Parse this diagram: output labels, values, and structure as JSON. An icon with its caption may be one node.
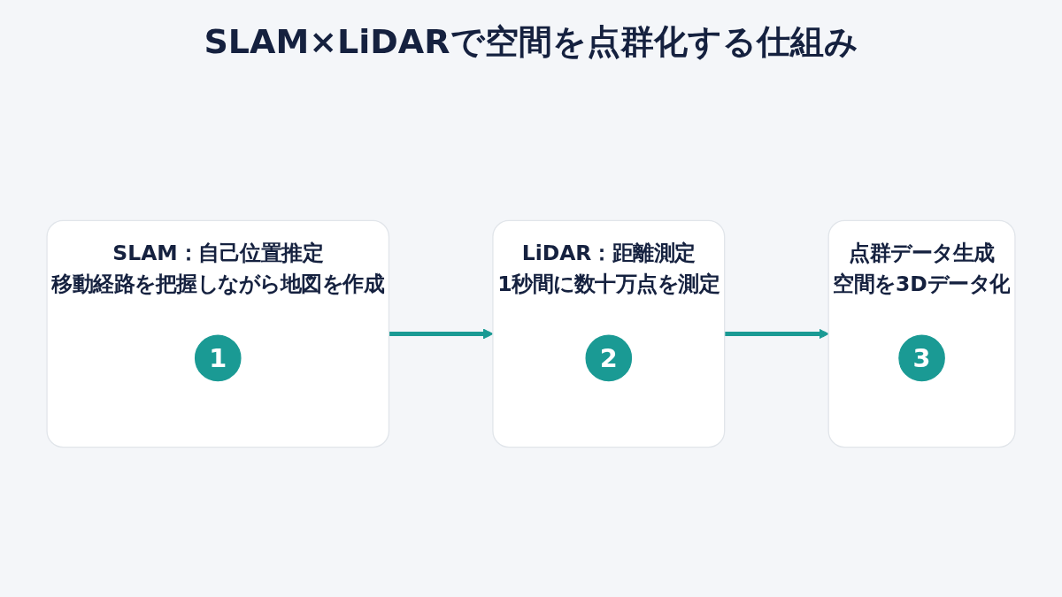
{
  "diagram": {
    "title": "SLAM×LiDARで空間を点群化する仕組み",
    "nodes": [
      {
        "text": [
          "SLAM：自己位置推定",
          "移動経路を把握しながら地図を作成"
        ]
      },
      {
        "text": [
          "1"
        ],
        "in": 0
      },
      {
        "text": [
          "LiDAR：距離測定",
          "1秒間に数十万点を測定"
        ]
      },
      {
        "text": [
          "2"
        ],
        "in": 2
      },
      {
        "text": [
          "点群データ生成",
          "空間を3Dデータ化"
        ]
      },
      {
        "text": [
          "3"
        ],
        "in": 4
      }
    ],
    "edges": [
      {
        "from": 0,
        "to": 2,
        "arrow": "to"
      },
      {
        "from": 2,
        "to": 4,
        "arrow": "to"
      }
    ]
  }
}
